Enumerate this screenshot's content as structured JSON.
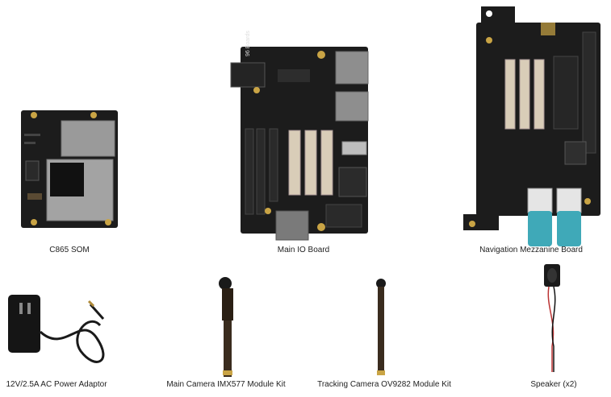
{
  "captions": {
    "som": "C865 SOM",
    "io": "Main IO Board",
    "nav": "Navigation Mezzanine Board",
    "adaptor": "12V/2.5A AC Power Adaptor",
    "main_cam": "Main Camera IMX577 Module Kit",
    "track_cam": "Tracking Camera OV9282 Module Kit",
    "speaker": "Speaker (x2)"
  },
  "board_marks": {
    "io_logo": "96 Boards"
  },
  "colors": {
    "pcb": "#1c1c1c",
    "shield": "#9a9a9a",
    "connector": "#d9cdb8",
    "antenna": "#3fa9b8",
    "flex": "#3a2c1e"
  }
}
